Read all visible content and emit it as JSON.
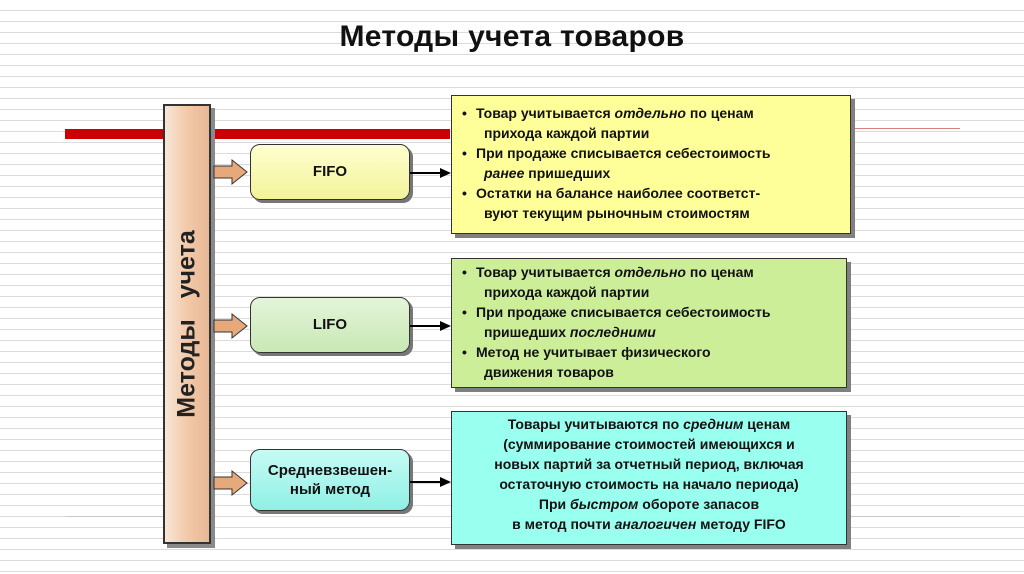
{
  "slide": {
    "title": "Методы учета товаров",
    "vertical_label": "Методы   учета"
  },
  "methods": {
    "fifo": "FIFO",
    "lifo": "LIFO",
    "average_line1": "Средневзвешен-",
    "average_line2": "ный метод"
  },
  "fifo_box": {
    "b1_pre": "Товар учитывается ",
    "b1_em": "отдельно",
    "b1_post": " по ценам",
    "b1_line2": "прихода каждой  партии",
    "b2_line1": "При продаже списывается себестоимость",
    "b2_em": "ранее",
    "b2_post": " пришедших",
    "b3_line1": "Остатки на балансе наиболее соответст-",
    "b3_line2": "вуют текущим рыночным стоимостям"
  },
  "lifo_box": {
    "b1_pre": "Товар учитывается ",
    "b1_em": "отдельно",
    "b1_post": " по ценам",
    "b1_line2": "прихода каждой  партии",
    "b2_line1": "При продаже списывается себестоимость",
    "b2_pre": "пришедших ",
    "b2_em": "последними",
    "b3_line1": "Метод не учитывает физического",
    "b3_line2": "движения товаров"
  },
  "avg_box": {
    "l1_pre": "Товары учитываются  по ",
    "l1_em": "средним",
    "l1_post": " ценам",
    "l2": "(суммирование стоимостей имеющихся и",
    "l3": "новых партий за отчетный период, включая",
    "l4": "остаточную стоимость на начало периода)",
    "l5_pre": "При ",
    "l5_em": "быстром",
    "l5_post": " обороте запасов",
    "l6_pre": "в метод почти ",
    "l6_em": "аналогичен",
    "l6_post": " методу FIFO"
  },
  "colors": {
    "red_bar": "#cc0000",
    "fifo_box": "#ffff99",
    "lifo_box": "#ccee99",
    "avg_box": "#99ffee"
  },
  "icons": [
    "fat-arrow-right-icon",
    "arrow-right-icon"
  ]
}
